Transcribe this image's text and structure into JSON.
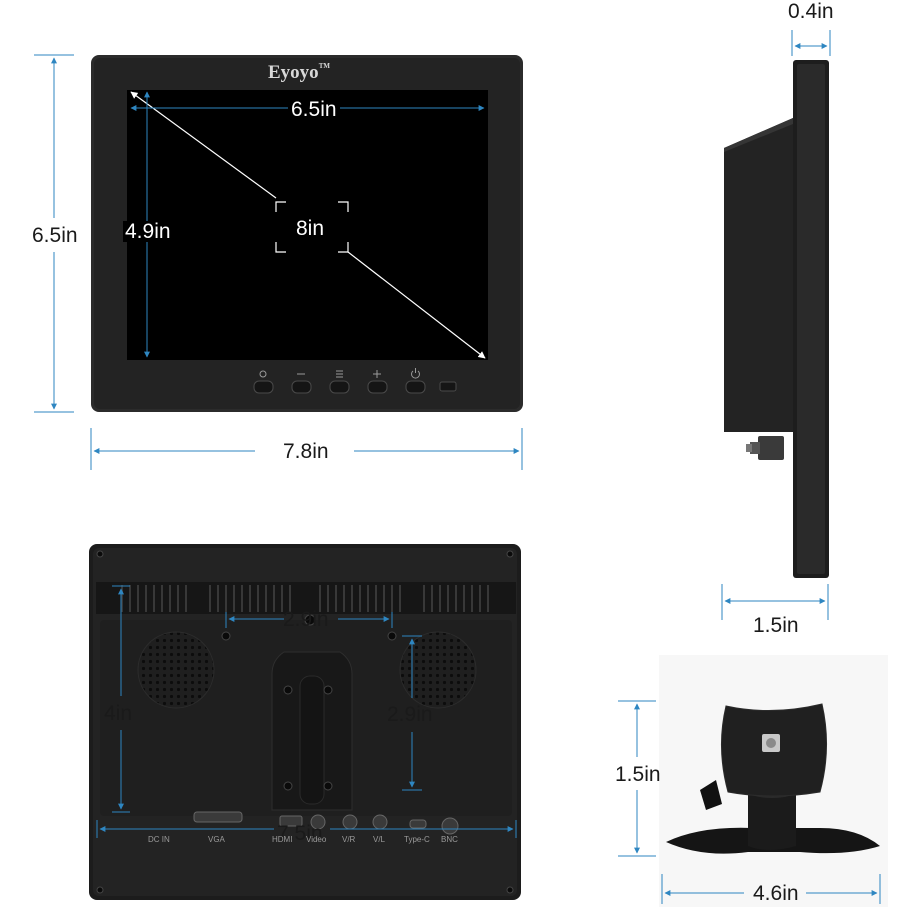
{
  "front": {
    "brand": "Eyoyo",
    "brand_tm": "TM",
    "screen_width": "6.5in",
    "screen_height": "4.9in",
    "diagonal": "8in",
    "total_height": "6.5in",
    "total_width": "7.8in"
  },
  "side": {
    "thickness_top": "0.4in",
    "depth_bottom": "1.5in"
  },
  "back": {
    "hole_spacing_h": "2.9in",
    "hole_spacing_v": "2.9in",
    "vent_height": "4in",
    "port_span": "7.5in",
    "ports": [
      "DC IN",
      "VGA",
      "HDMI",
      "Video",
      "V/R",
      "V/L",
      "Type-C",
      "BNC"
    ]
  },
  "stand": {
    "height": "1.5in",
    "width": "4.6in"
  },
  "colors": {
    "dimension_line": "#2e86c1",
    "bezel": "#262626",
    "screen": "#000000",
    "background": "#ffffff"
  }
}
